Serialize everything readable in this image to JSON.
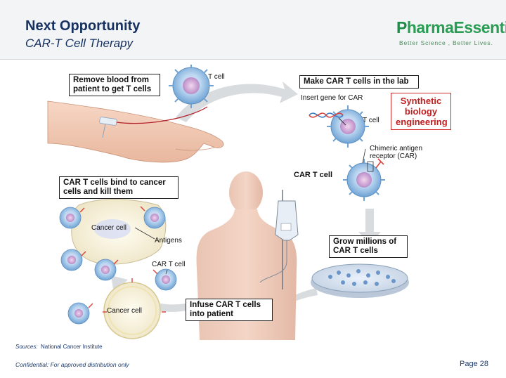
{
  "header": {
    "title": "Next Opportunity",
    "subtitle": "CAR-T Cell Therapy"
  },
  "logo": {
    "name_prefix": "P",
    "name_rest": "harmaEssentia",
    "tagline": "Better Science  ,  Better Lives."
  },
  "figure": {
    "step_remove_blood": "Remove blood from patient to get T cells",
    "t_cell_top": "T cell",
    "step_make_car": "Make CAR T cells in the lab",
    "insert_gene": "Insert gene for CAR",
    "t_cell_lab": "T cell",
    "callout": "Synthetic biology engineering",
    "chimeric_receptor": "Chimeric antigen receptor (CAR)",
    "car_t_cell_right": "CAR T cell",
    "step_bind_kill": "CAR T cells bind to cancer cells and kill them",
    "cancer_cell_1": "Cancer cell",
    "antigens": "Antigens",
    "car_t_cell_left": "CAR T cell",
    "cancer_cell_2": "Cancer cell",
    "step_grow": "Grow millions of CAR T cells",
    "step_infuse": "Infuse CAR T cells into patient"
  },
  "footer": {
    "sources_label": "Sources:",
    "sources_text": "National Cancer Institute",
    "confidential": "Confidential:  For approved distribution only",
    "page": "Page 28"
  },
  "colors": {
    "title": "#16305f",
    "brand_green": "#2a9d55",
    "callout_red": "#d42a2a",
    "tcell_blue": "#9fc6e8",
    "arrow_gray": "#d9dcdf"
  }
}
